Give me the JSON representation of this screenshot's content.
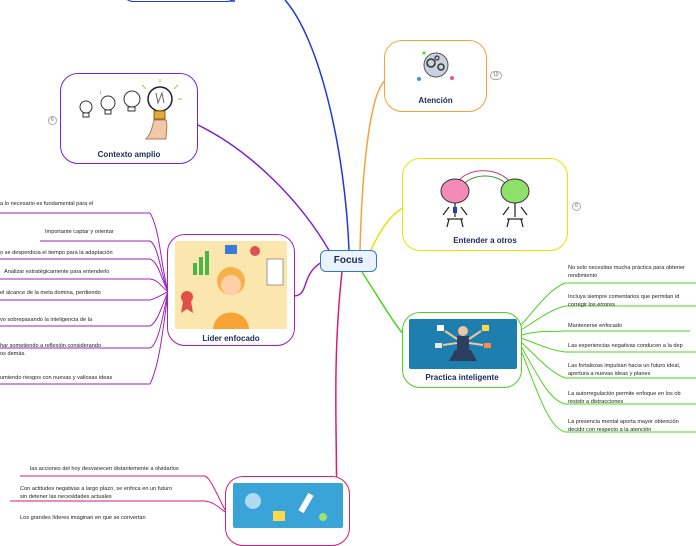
{
  "root": {
    "label": "Focus"
  },
  "colors": {
    "root_border": "#2f77c9",
    "context": "#7b22d6",
    "attention": "#f7a23b",
    "understand": "#e6e600",
    "practice": "#4ad41f",
    "leader": "#a020c0",
    "bottom": "#d21e7d",
    "top": "#1f3ad1"
  },
  "attention": {
    "title": "Atención",
    "badge": "10"
  },
  "understand": {
    "title": "Entender a   otros",
    "badge": "6"
  },
  "context": {
    "title": "Contexto amplio",
    "badge": "6"
  },
  "leader": {
    "title": "Líder enfocado",
    "items": [
      "a lo necesario es fundamental para el",
      "Importante captar y orientar",
      "o se desperdicia el tiempo para la adaptación",
      "Analizar estratégicamente para entenderlo",
      "el alcance de la meta  domina, perdiendo",
      "vo  sobrepasando la inteligencia de la",
      "har sometiendo a  reflexión considerando",
      "os demás.",
      "umiendo riesgos con nuevas y valiosas ideas"
    ]
  },
  "practice": {
    "title": "Practica inteligente",
    "items": [
      {
        "l1": "No solo necesitas mucha práctica para obtener",
        "l2": "rendimiento"
      },
      {
        "l1": "Incluya siempre comentarios que permitan id",
        "l2": "corregir los errores"
      },
      {
        "l1": "Mantenerse enfocado",
        "l2": ""
      },
      {
        "l1": "Las experiencias negativas conducen a la dep",
        "l2": ""
      },
      {
        "l1": "Las fortalezas impulsan hacia un futuro ideal,",
        "l2": "apertura a nuevas ideas y planes"
      },
      {
        "l1": "La autorregulación permite enfoque  en los ob",
        "l2": "resistir a distracciones"
      },
      {
        "l1": "La presencia mental aporta mayor obtención",
        "l2": "decidir con respecto a la atención"
      }
    ]
  },
  "bottom": {
    "items": [
      {
        "l1": "las acciones del hoy desvanecen distantemente a olvidarlos",
        "l2": ""
      },
      {
        "l1": "Con actitudes negativas a largo plazo, se enfoca en un futuro",
        "l2": "sin detener las necesidades actuales"
      },
      {
        "l1": "Los grandes líderes imaginan en que se convertan",
        "l2": ""
      }
    ]
  }
}
